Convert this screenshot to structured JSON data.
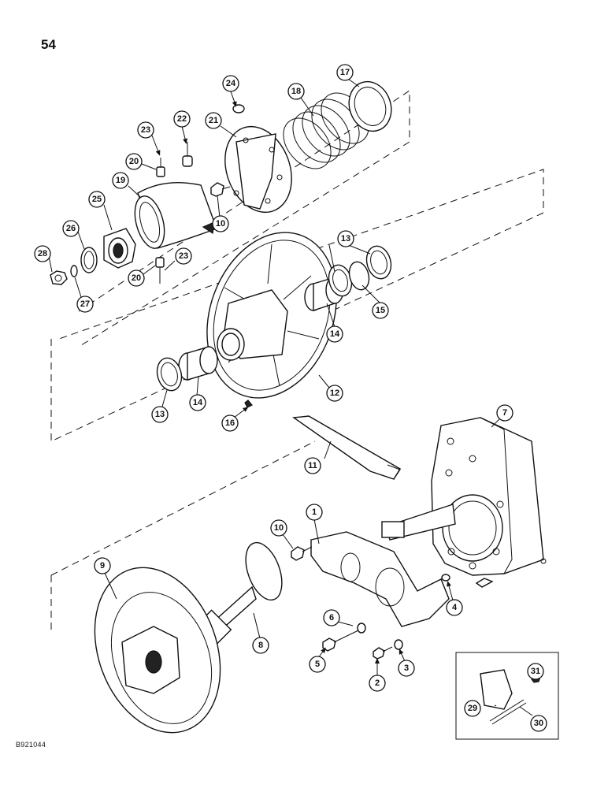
{
  "page_number": "54",
  "drawing_code": "B921044",
  "colors": {
    "ink": "#111111",
    "paper": "#ffffff"
  },
  "callouts": [
    "1",
    "2",
    "3",
    "4",
    "5",
    "6",
    "7",
    "8",
    "9",
    "10",
    "10",
    "11",
    "12",
    "13",
    "13",
    "14",
    "14",
    "15",
    "16",
    "17",
    "18",
    "19",
    "20",
    "20",
    "21",
    "22",
    "23",
    "23",
    "24",
    "25",
    "26",
    "27",
    "28",
    "29",
    "30",
    "31"
  ]
}
